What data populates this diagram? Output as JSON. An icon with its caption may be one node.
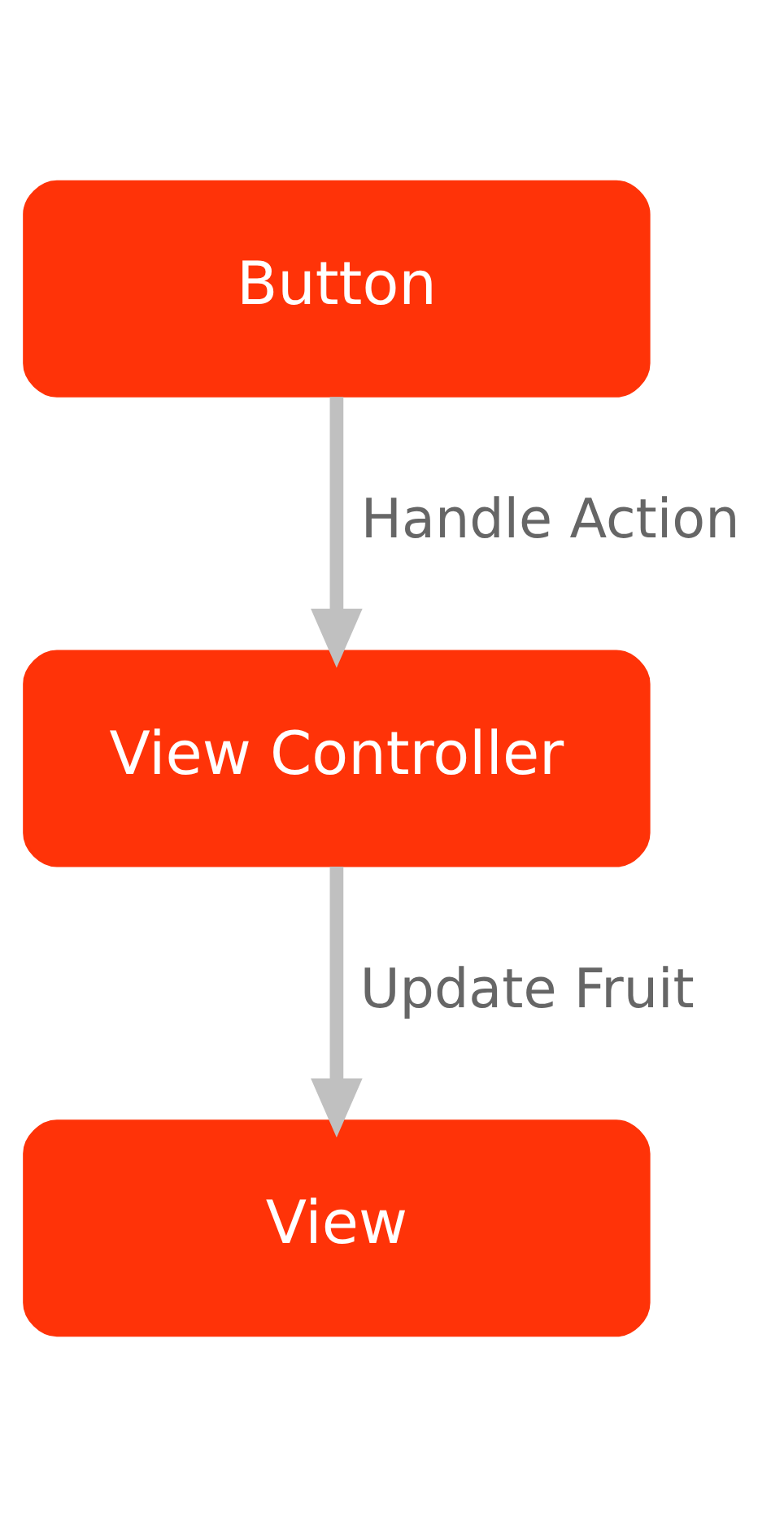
{
  "diagram": {
    "nodes": [
      {
        "text": [
          "Button"
        ]
      },
      {
        "text": [
          "View Controller"
        ]
      },
      {
        "text": [
          "View"
        ]
      }
    ],
    "edges": [
      {
        "from": 0,
        "to": 1,
        "arrow": "to",
        "label": "Handle Action"
      },
      {
        "from": 1,
        "to": 2,
        "arrow": "to",
        "label": "Update Fruit"
      }
    ]
  }
}
